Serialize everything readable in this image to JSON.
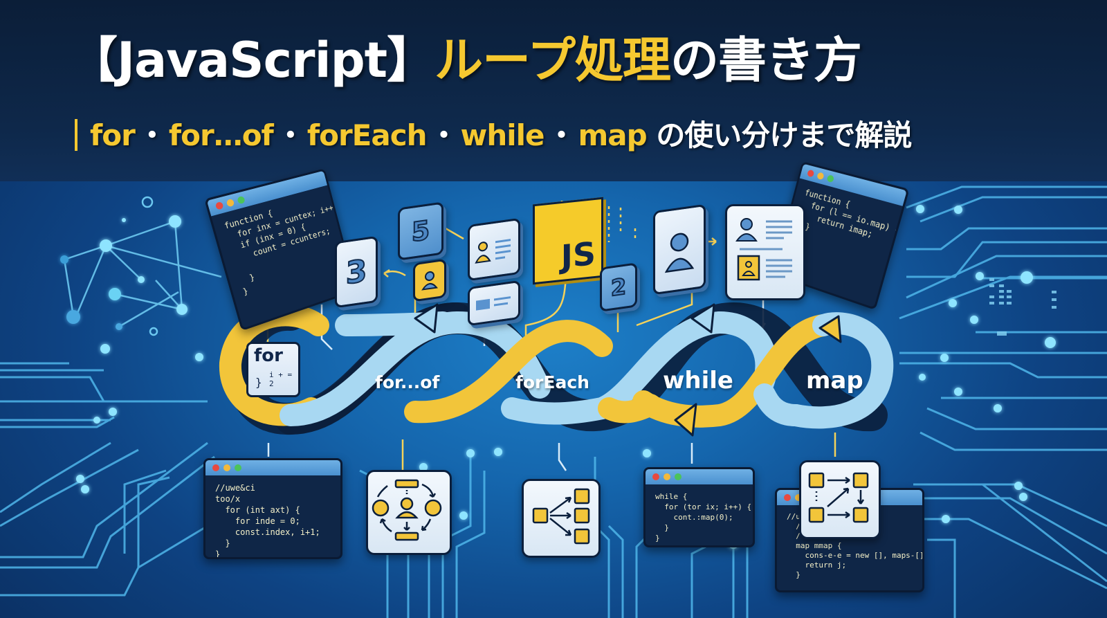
{
  "header": {
    "title_bracket_open": "【",
    "title_lang": "JavaScript",
    "title_bracket_close": "】",
    "title_highlight": "ループ処理",
    "title_rest": "の書き方",
    "subtitle_items": [
      "for",
      "for…of",
      "forEach",
      "while",
      "map"
    ],
    "subtitle_separator": "・",
    "subtitle_rest": "の使い分けまで解説"
  },
  "loop": {
    "labels": [
      "for",
      "for...of",
      "forEach",
      "while",
      "map"
    ],
    "for_box": {
      "keyword": "for",
      "expr": "i + = 2",
      "brace": "}"
    }
  },
  "tiles": {
    "js_label": "JS",
    "digit_3": "3",
    "digit_5": "5",
    "digit_2": "2"
  },
  "code_windows": {
    "top_left": "function {\n  for inx = cuntex; i++) );\n  if (inx = 0) {\n    count = ccunters;\n\n  }\n}",
    "top_right": "function {\n  for (l == io.map) {\n    return imap;\n  }\n}",
    "bottom_left": "//uwe&ci\ntoo/x\n  for (int axt) {\n    for inde = 0;\n    const.index, i+1;\n  }\n}",
    "bottom_mid": "while {\n  for (tor ix; i++) {\n    cont.:map(0);\n  }\n}",
    "bottom_right": "//u\n  /.\n  /-\n  map mmap {\n    cons-e-e = new [], maps-[];\n    return j;\n  }"
  },
  "colors": {
    "background_dark": "#0b1d36",
    "background_blue": "#1566ad",
    "accent_yellow": "#f5c830",
    "loop_light_blue": "#9fd0ee",
    "outline_navy": "#0b1f3c",
    "circuit_cyan": "#5fd0f5"
  }
}
